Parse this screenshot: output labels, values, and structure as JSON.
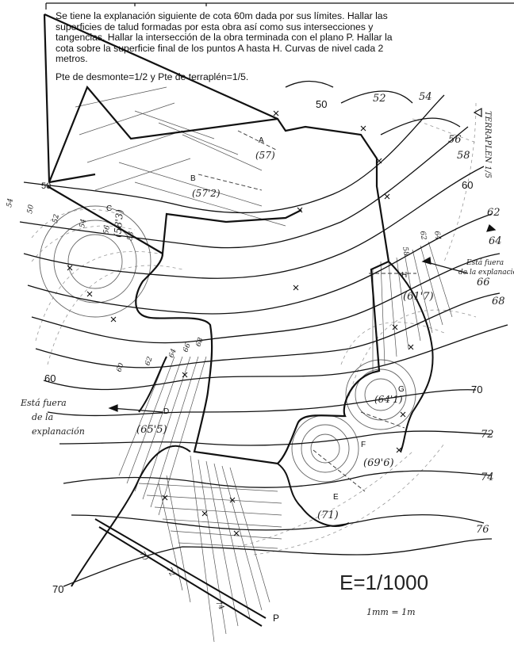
{
  "problem": {
    "statement": "Se tiene la explanación siguiente de cota 60m dada por sus límites. Hallar las\nsuperficies de talud formadas por esta obra así como sus intersecciones y\ntangencias. Hallar la intersección de la obra terminada con el plano P. Hallar la\ncota sobre la superficie final de los puntos A hasta H. Curvas de nivel cada 2\nmetros.",
    "slopes": "Pte de desmonte=1/2  y Pte de terraplén=1/5."
  },
  "contour_labels": [
    {
      "text": "50",
      "role": "contour-50-right"
    },
    {
      "text": "52",
      "role": "contour-52"
    },
    {
      "text": "54",
      "role": "contour-54"
    },
    {
      "text": "56",
      "role": "contour-56"
    },
    {
      "text": "58",
      "role": "contour-58"
    },
    {
      "text": "60",
      "role": "contour-60-right"
    },
    {
      "text": "62",
      "role": "contour-62"
    },
    {
      "text": "64",
      "role": "contour-64"
    },
    {
      "text": "66",
      "role": "contour-66"
    },
    {
      "text": "68",
      "role": "contour-68"
    },
    {
      "text": "70",
      "role": "contour-70-right"
    },
    {
      "text": "72",
      "role": "contour-72"
    },
    {
      "text": "74",
      "role": "contour-74"
    },
    {
      "text": "76",
      "role": "contour-76"
    },
    {
      "text": "60",
      "role": "contour-60-left"
    },
    {
      "text": "70",
      "role": "contour-70-left"
    },
    {
      "text": "50",
      "role": "contour-50-left"
    }
  ],
  "points": [
    {
      "name": "A",
      "elevation": "(57)"
    },
    {
      "name": "B",
      "elevation": "(57'2)"
    },
    {
      "name": "C",
      "elevation": "(58'3)"
    },
    {
      "name": "D",
      "elevation": "(65'5)"
    },
    {
      "name": "E",
      "elevation": "(71)"
    },
    {
      "name": "F",
      "elevation": "(69'6)"
    },
    {
      "name": "G",
      "elevation": "(64'1)"
    },
    {
      "name": "H",
      "elevation": "(61'7)"
    }
  ],
  "slope_ticks": [
    "50",
    "52",
    "54",
    "56",
    "58",
    "60",
    "62",
    "64",
    "66",
    "68",
    "70",
    "72",
    "74"
  ],
  "side_note": "TERRAPLEN 1/5",
  "annotations": {
    "left_outside": "Está fuera de la explanación",
    "right_outside": "Está fuera de la explanación"
  },
  "plane_label": "P",
  "scale": "E=1/1000",
  "scale_note": "1mm = 1m",
  "colors": {
    "ink": "#111111",
    "guide": "#9a9a9a",
    "paper": "#ffffff"
  }
}
